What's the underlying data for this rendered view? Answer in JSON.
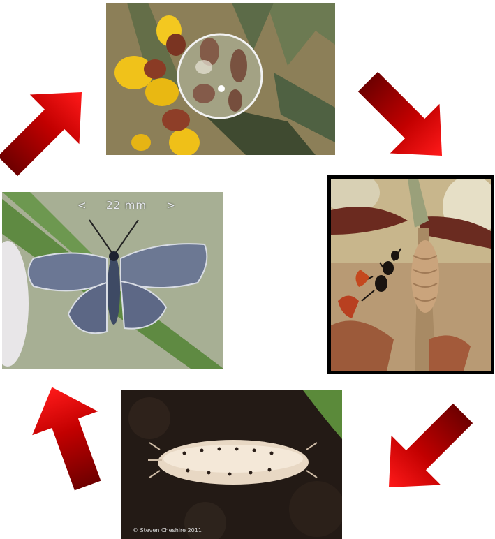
{
  "diagram": {
    "stages": [
      {
        "id": "egg",
        "icon": "egg-on-flower-photo"
      },
      {
        "id": "larva",
        "icon": "larva-with-ant-photo"
      },
      {
        "id": "pupa",
        "icon": "pupa-photo"
      },
      {
        "id": "adult",
        "icon": "adult-butterfly-photo"
      }
    ],
    "adult_measurement": {
      "left_mark": "<",
      "value": "22 mm",
      "right_mark": ">"
    },
    "pupa_credit": "© Steven Cheshire 2011",
    "colors": {
      "arrow_dark": "#6e0000",
      "arrow_light": "#ff1a1a",
      "larva_border": "#000000"
    }
  }
}
